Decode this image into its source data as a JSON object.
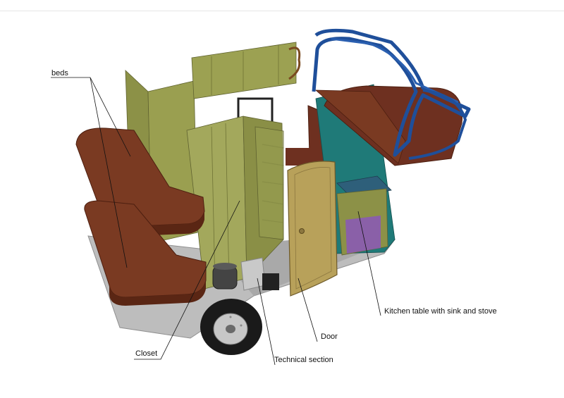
{
  "labels": {
    "beds": "beds",
    "closet": "Closet",
    "technical": "Technical section",
    "door": "Door",
    "kitchen": "Kitchen table with sink and stove"
  },
  "colors": {
    "olive": "#8c9147",
    "olive_light": "#a2a65a",
    "olive_dark": "#6f7336",
    "bed_brown": "#7a3a22",
    "bed_edge": "#5a2614",
    "door_tan": "#b8a15a",
    "frame_blue": "#1f4f9a",
    "teal": "#1f7a78",
    "purple": "#8a60a8",
    "chassis_gray": "#b9b9b9",
    "tire": "#1a1a1a"
  }
}
